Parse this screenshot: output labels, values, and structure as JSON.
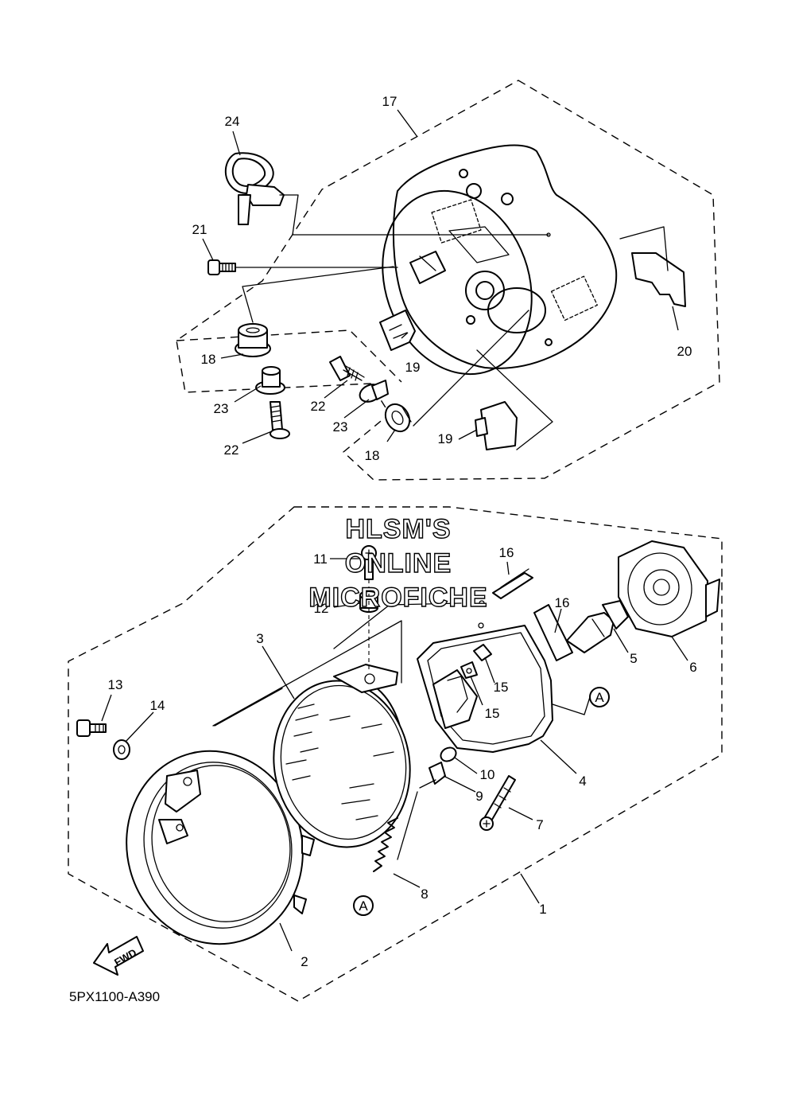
{
  "diagram": {
    "diagram_code": "5PX1100-A390",
    "watermark": [
      "HLSM'S",
      "ONLINE",
      "MICROFICHE"
    ],
    "fwd_label": "FWD",
    "ref_marker": "A",
    "callouts": {
      "c1": "1",
      "c2": "2",
      "c3": "3",
      "c4": "4",
      "c5": "5",
      "c6": "6",
      "c7": "7",
      "c8": "8",
      "c9": "9",
      "c10": "10",
      "c11": "11",
      "c12": "12",
      "c13": "13",
      "c14": "14",
      "c15a": "15",
      "c15b": "15",
      "c16a": "16",
      "c16b": "16",
      "c17": "17",
      "c18a": "18",
      "c18b": "18",
      "c19a": "19",
      "c19b": "19",
      "c20": "20",
      "c21": "21",
      "c22a": "22",
      "c22b": "22",
      "c23a": "23",
      "c23b": "23",
      "c24": "24"
    }
  }
}
